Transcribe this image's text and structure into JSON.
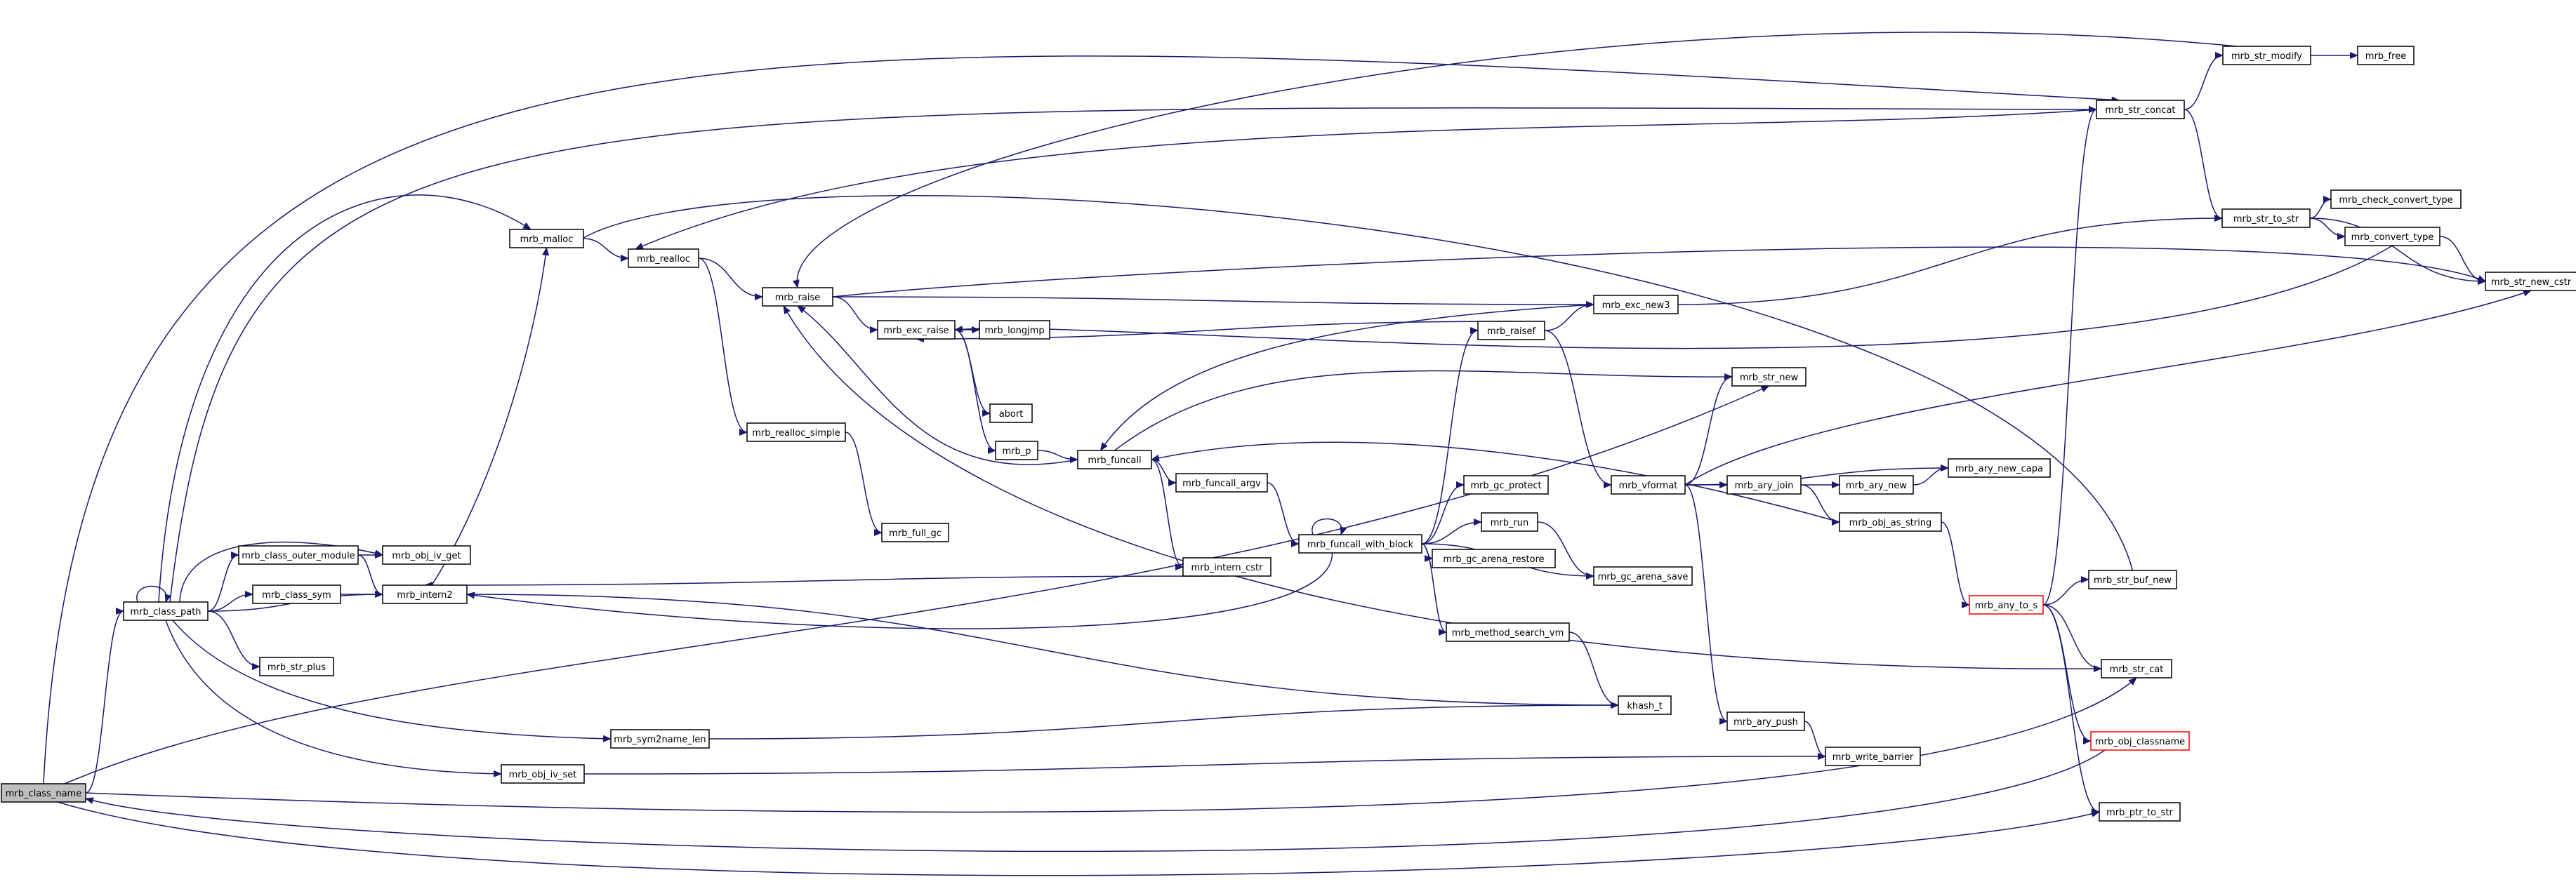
{
  "graph": {
    "colors": {
      "edge": "#191970",
      "root_fill": "#bfbfbf",
      "node_border": "#000000",
      "truncated_border": "#ff0000"
    },
    "nodes": {
      "mrb_class_name": "mrb_class_name",
      "mrb_class_path": "mrb_class_path",
      "mrb_class_outer_module": "mrb_class_outer_module",
      "mrb_class_sym": "mrb_class_sym",
      "mrb_str_plus": "mrb_str_plus",
      "mrb_obj_iv_get": "mrb_obj_iv_get",
      "mrb_intern2": "mrb_intern2",
      "mrb_malloc": "mrb_malloc",
      "mrb_realloc": "mrb_realloc",
      "mrb_realloc_simple": "mrb_realloc_simple",
      "mrb_full_gc": "mrb_full_gc",
      "mrb_raise": "mrb_raise",
      "mrb_exc_raise": "mrb_exc_raise",
      "mrb_longjmp": "mrb_longjmp",
      "abort": "abort",
      "mrb_p": "mrb_p",
      "mrb_funcall": "mrb_funcall",
      "mrb_funcall_argv": "mrb_funcall_argv",
      "mrb_intern_cstr": "mrb_intern_cstr",
      "mrb_funcall_with_block": "mrb_funcall_with_block",
      "mrb_gc_protect": "mrb_gc_protect",
      "mrb_run": "mrb_run",
      "mrb_gc_arena_restore": "mrb_gc_arena_restore",
      "mrb_gc_arena_save": "mrb_gc_arena_save",
      "mrb_method_search_vm": "mrb_method_search_vm",
      "khash_t": "khash_t",
      "mrb_sym2name_len": "mrb_sym2name_len",
      "mrb_obj_iv_set": "mrb_obj_iv_set",
      "mrb_write_barrier": "mrb_write_barrier",
      "mrb_exc_new3": "mrb_exc_new3",
      "mrb_raisef": "mrb_raisef",
      "mrb_vformat": "mrb_vformat",
      "mrb_str_new": "mrb_str_new",
      "mrb_ary_join": "mrb_ary_join",
      "mrb_ary_new": "mrb_ary_new",
      "mrb_ary_new_capa": "mrb_ary_new_capa",
      "mrb_obj_as_string": "mrb_obj_as_string",
      "mrb_ary_push": "mrb_ary_push",
      "mrb_str_concat": "mrb_str_concat",
      "mrb_str_modify": "mrb_str_modify",
      "mrb_free": "mrb_free",
      "mrb_str_to_str": "mrb_str_to_str",
      "mrb_check_convert_type": "mrb_check_convert_type",
      "mrb_convert_type": "mrb_convert_type",
      "mrb_str_new_cstr": "mrb_str_new_cstr",
      "mrb_any_to_s": "mrb_any_to_s",
      "mrb_str_buf_new": "mrb_str_buf_new",
      "mrb_str_cat": "mrb_str_cat",
      "mrb_obj_classname": "mrb_obj_classname",
      "mrb_ptr_to_str": "mrb_ptr_to_str"
    }
  }
}
